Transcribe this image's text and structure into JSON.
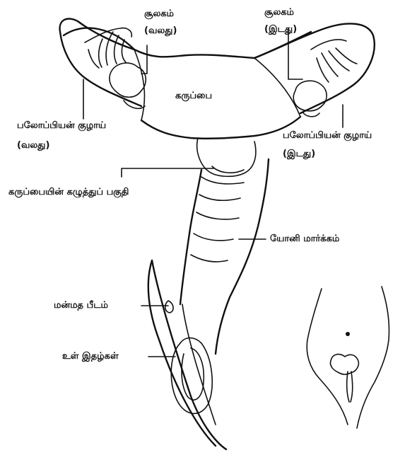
{
  "labels": {
    "ovary_right": "சூலகம்",
    "ovary_right_side": "(வலது)",
    "ovary_left": "சூலகம்",
    "ovary_left_side": "(இடது)",
    "uterus": "கருப்பை",
    "tube_right": "பலோப்பியன் குழாய்",
    "tube_right_side": "(வலது)",
    "tube_left": "பலோப்பியன் குழாய்",
    "tube_left_side": "(இடது)",
    "cervix": "கருப்பையின் கழுத்துப் பகுதி",
    "vagina": "யோனி மார்க்கம்",
    "clitoris": "மன்மத பீடம்",
    "labia": "உள் இதழ்கள்"
  }
}
